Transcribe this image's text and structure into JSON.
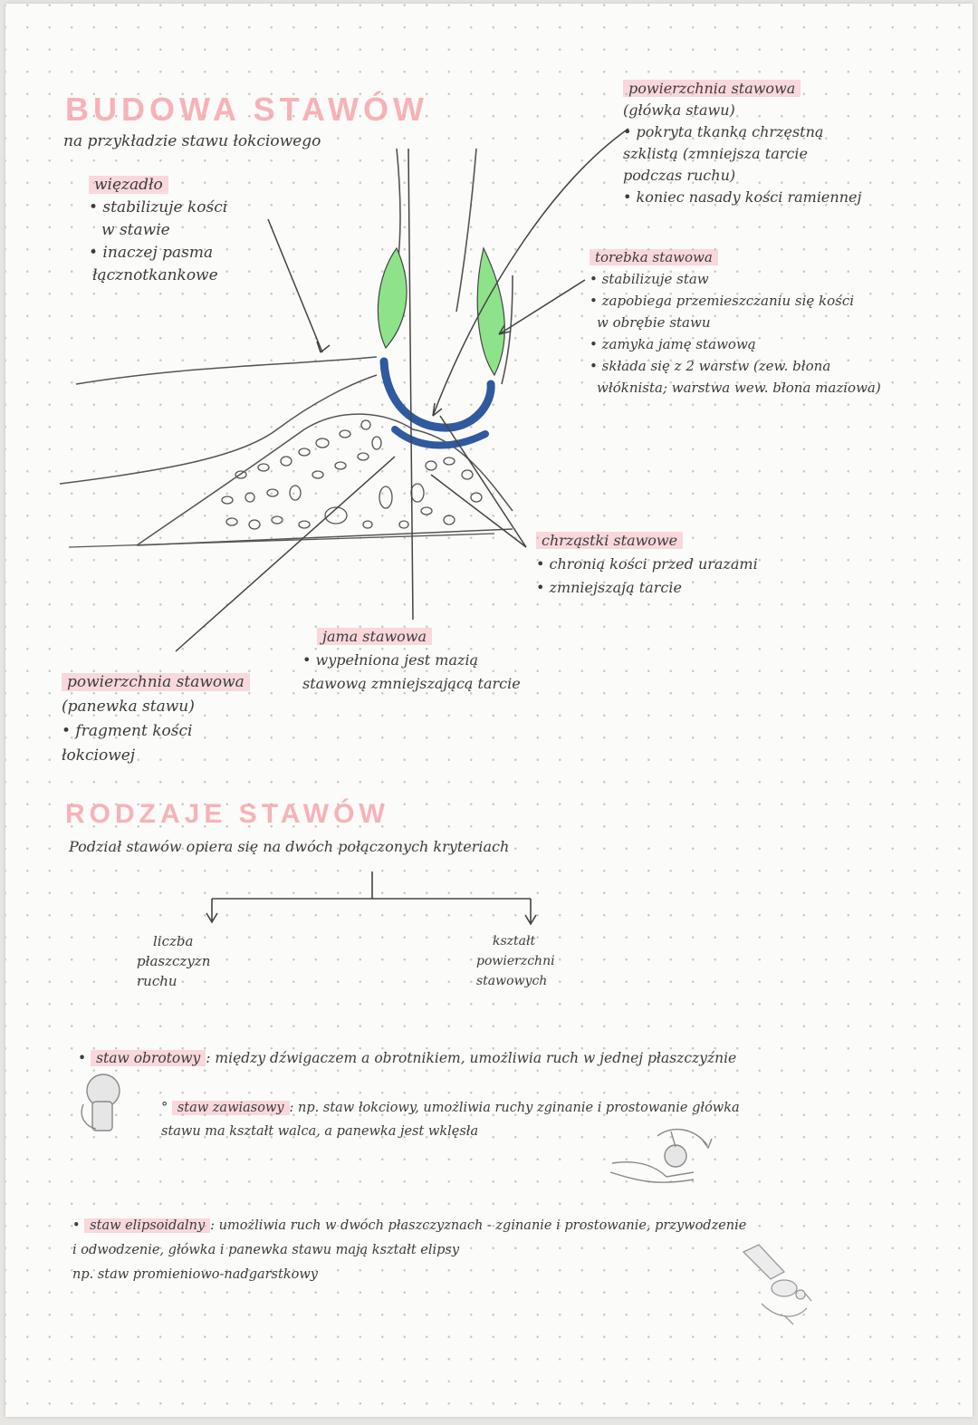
{
  "section1": {
    "title": "BUDOWA STAWÓW",
    "subtitle": "na przykładzie stawu łokciowego"
  },
  "ligament": {
    "label": "więzadło",
    "lines": [
      "• stabilizuje kości",
      "w stawie",
      "• inaczej pasma",
      "łącznotkankowe"
    ]
  },
  "articular_head": {
    "label": "powierzchnia stawowa",
    "lines": [
      "(główka stawu)",
      "• pokryta tkanką chrzęstną",
      "szklistą (zmniejsza tarcie",
      "podczas ruchu)",
      "• koniec nasady kości ramiennej"
    ]
  },
  "capsule": {
    "label": "torebka stawowa",
    "lines": [
      "• stabilizuje staw",
      "• zapobiega przemieszczaniu się kości",
      "w obrębie stawu",
      "• zamyka jamę stawową",
      "• składa się z 2 warstw (zew. błona",
      "włóknista; warstwa wew. błona maziowa)"
    ]
  },
  "cartilage": {
    "label": "chrząstki stawowe",
    "lines": [
      "• chronią kości przed urazami",
      "• zmniejszają tarcie"
    ]
  },
  "cavity": {
    "label": "jama stawowa",
    "lines": [
      "• wypełniona jest mazią",
      "stawową zmniejszającą tarcie"
    ]
  },
  "articular_socket": {
    "label": "powierzchnia stawowa",
    "lines": [
      "(panewka stawu)",
      "• fragment kości",
      "łokciowej"
    ]
  },
  "section2": {
    "title": "RODZAJE STAWÓW",
    "intro": "Podział stawów opiera się na dwóch połączonych kryteriach",
    "branch_left": [
      "liczba",
      "płaszczyzn",
      "ruchu"
    ],
    "branch_right": [
      "kształt",
      "powierzchni",
      "stawowych"
    ]
  },
  "pivot": {
    "name": "staw obrotowy",
    "text": ": między dźwigaczem a obrotnikiem, umożliwia ruch w jednej płaszczyźnie"
  },
  "hinge": {
    "name": "staw zawiasowy",
    "text1": ": np. staw łokciowy, umożliwia ruchy zginanie i prostowanie główka",
    "text2": "stawu ma kształt walca, a panewka jest wklęsła"
  },
  "ellipsoid": {
    "name": "staw elipsoidalny",
    "text1": ": umożliwia ruch w dwóch płaszczyznach - zginanie i prostowanie, przywodzenie",
    "text2": "i odwodzenie, główka i panewka stawu mają kształt elipsy",
    "text3": "np. staw promieniowo-nadgarstkowy"
  },
  "colors": {
    "highlight": "#f4a0aa",
    "title": "#f5969e",
    "cartilage": "#2f5aa0",
    "capsule": "#8ee38a",
    "pencil": "#3c3c3c"
  }
}
